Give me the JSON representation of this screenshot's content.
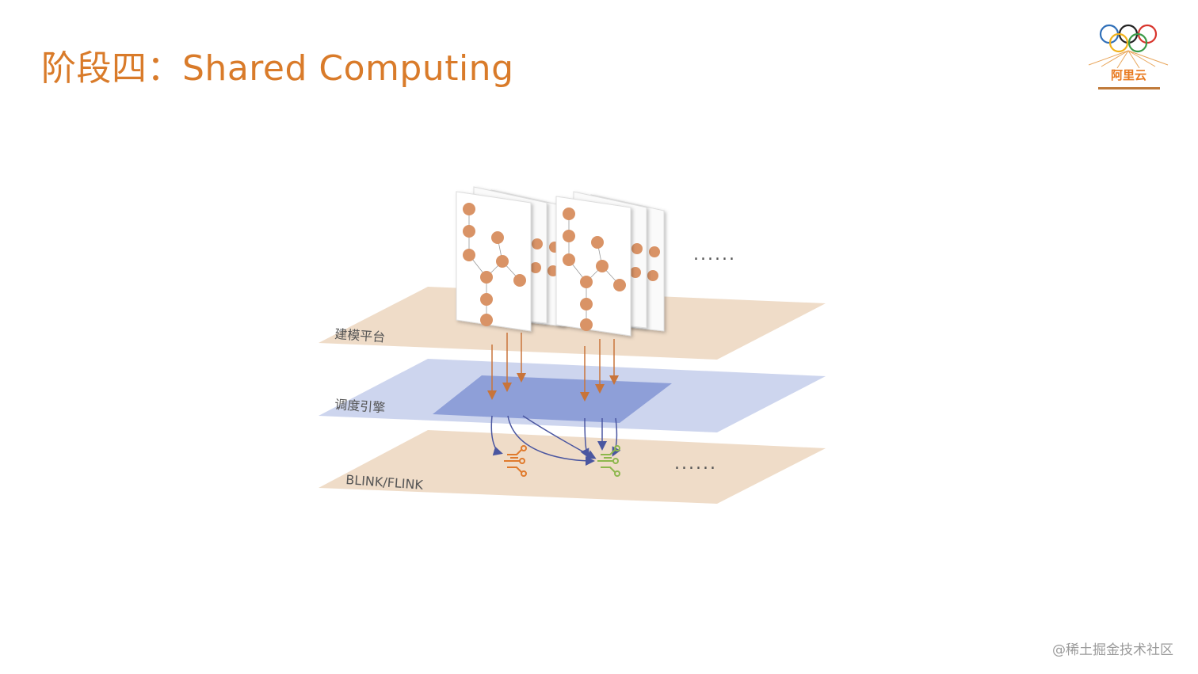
{
  "slide": {
    "title": "阶段四：Shared Computing",
    "logo_text": "阿里云",
    "watermark": "@稀土掘金技术社区"
  },
  "diagram": {
    "layers": [
      {
        "label": "建模平台",
        "color": "#efdcc8"
      },
      {
        "label": "调度引擎",
        "color": "#cdd5ee",
        "inner_color": "#8e9fd8"
      },
      {
        "label": "BLINK/FLINK",
        "color": "#efdcc8"
      }
    ],
    "ellipsis": [
      "......",
      "......"
    ],
    "colors": {
      "node": "#d99366",
      "arrow_orange": "#c8743a",
      "arrow_blue": "#4a56a0",
      "icon_orange": "#e07a2c",
      "icon_green": "#8db74d"
    }
  }
}
